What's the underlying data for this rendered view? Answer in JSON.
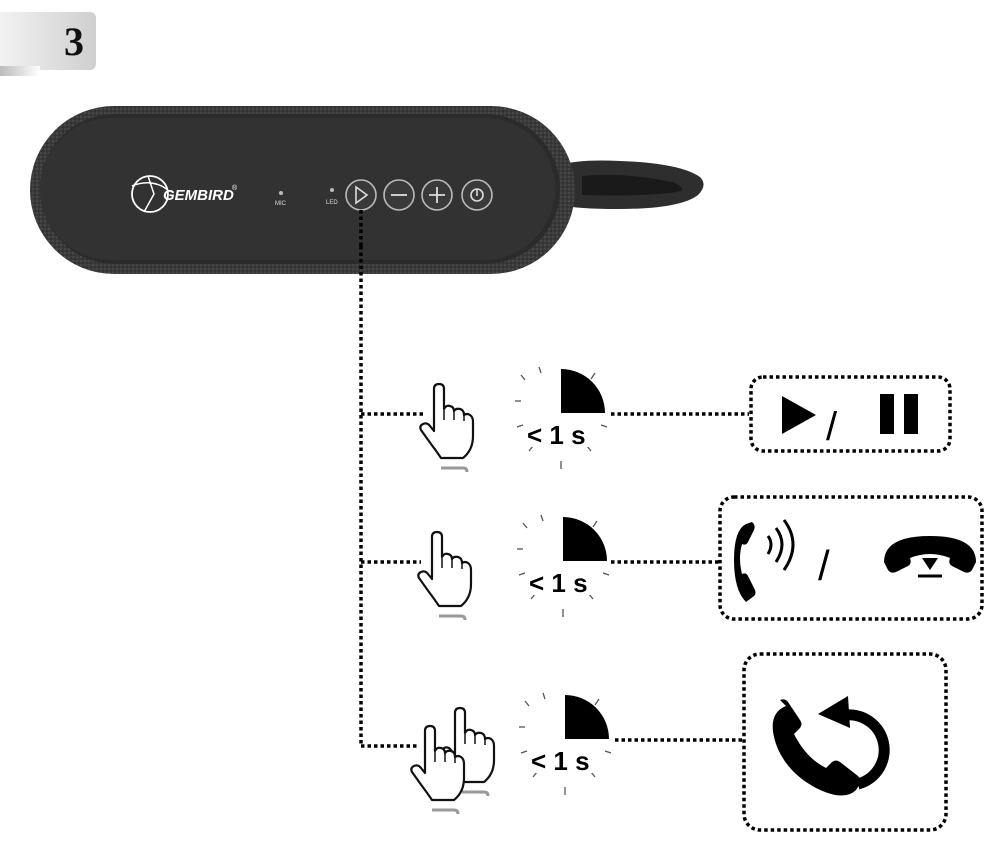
{
  "step": {
    "number": "3"
  },
  "speaker": {
    "brand": "GEMBIRD",
    "mic_label": "MIC",
    "led_label": "LED",
    "buttons": [
      {
        "name": "play-pause-button",
        "icon": "play-icon"
      },
      {
        "name": "volume-down-button",
        "icon": "minus-icon"
      },
      {
        "name": "volume-up-button",
        "icon": "plus-icon"
      },
      {
        "name": "power-button",
        "icon": "power-icon"
      }
    ]
  },
  "rows": [
    {
      "press": "single-press",
      "duration": "< 1 s",
      "result_icons": [
        "play-icon",
        "pause-icon"
      ],
      "separator": "/"
    },
    {
      "press": "single-press",
      "duration": "< 1 s",
      "result_icons": [
        "answer-call-icon",
        "end-call-icon"
      ],
      "separator": "/"
    },
    {
      "press": "double-press",
      "duration": "< 1 s",
      "result_icons": [
        "redial-icon"
      ]
    }
  ]
}
